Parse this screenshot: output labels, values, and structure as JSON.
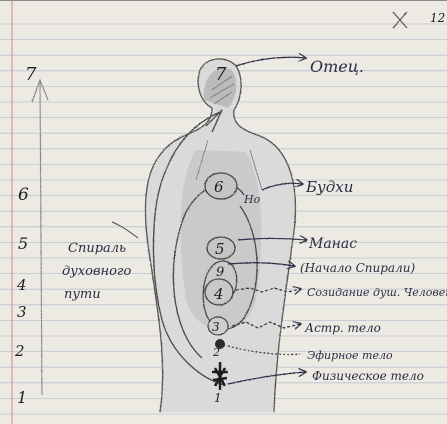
{
  "page": {
    "corner_mark": "12",
    "scale_numbers": [
      "7",
      "6",
      "5",
      "4",
      "3",
      "2",
      "1"
    ]
  },
  "diagram": {
    "centers": [
      {
        "number": "7",
        "label": "Отец."
      },
      {
        "number": "6",
        "label": "Будхи",
        "side_note": "Но"
      },
      {
        "number": "5",
        "label": "Манас",
        "sub_label": "(Начало Спирали)"
      },
      {
        "number": "9",
        "label": ""
      },
      {
        "number": "4",
        "label": "Созидание душ. Человек"
      },
      {
        "number": "3",
        "label": "Астр. тело"
      },
      {
        "number": "2",
        "label": "Эфирное тело"
      },
      {
        "number": "1",
        "label": "Физическое тело"
      }
    ],
    "spiral_caption": [
      "Спираль",
      "духовного",
      "пути"
    ]
  },
  "colors": {
    "paper": "#eceae3",
    "ruling": "#b9c4cf",
    "margin": "#d98f8f",
    "pencil": "#4a4a4a",
    "ink": "#2c2c44",
    "shade": "#9a9a9a"
  }
}
